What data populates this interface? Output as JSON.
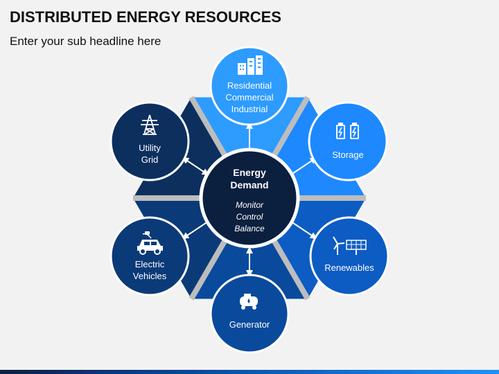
{
  "header": {
    "title": "DISTRIBUTED ENERGY RESOURCES",
    "subtitle": "Enter your sub headline here"
  },
  "center": {
    "title_line1": "Energy",
    "title_line2": "Demand",
    "sub_line1": "Monitor",
    "sub_line2": "Control",
    "sub_line3": "Balance"
  },
  "nodes": [
    {
      "id": "residential",
      "lines": [
        "Residential",
        "Commercial",
        "Industrial"
      ],
      "icon": "buildings-icon",
      "color": "#2e9bff"
    },
    {
      "id": "storage",
      "lines": [
        "Storage"
      ],
      "icon": "battery-icon",
      "color": "#1e88ff"
    },
    {
      "id": "renewables",
      "lines": [
        "Renewables"
      ],
      "icon": "wind-solar-icon",
      "color": "#0d5cc4"
    },
    {
      "id": "generator",
      "lines": [
        "Generator"
      ],
      "icon": "generator-tank-icon",
      "color": "#0a4a9c"
    },
    {
      "id": "electric-vehicles",
      "lines": [
        "Electric",
        "Vehicles"
      ],
      "icon": "electric-car-icon",
      "color": "#0b3a78"
    },
    {
      "id": "utility-grid",
      "lines": [
        "Utility",
        "Grid"
      ],
      "icon": "transmission-tower-icon",
      "color": "#0c2f5e"
    }
  ],
  "colors": {
    "center": "#0b1f3f",
    "divider": "#bdbdbd"
  }
}
